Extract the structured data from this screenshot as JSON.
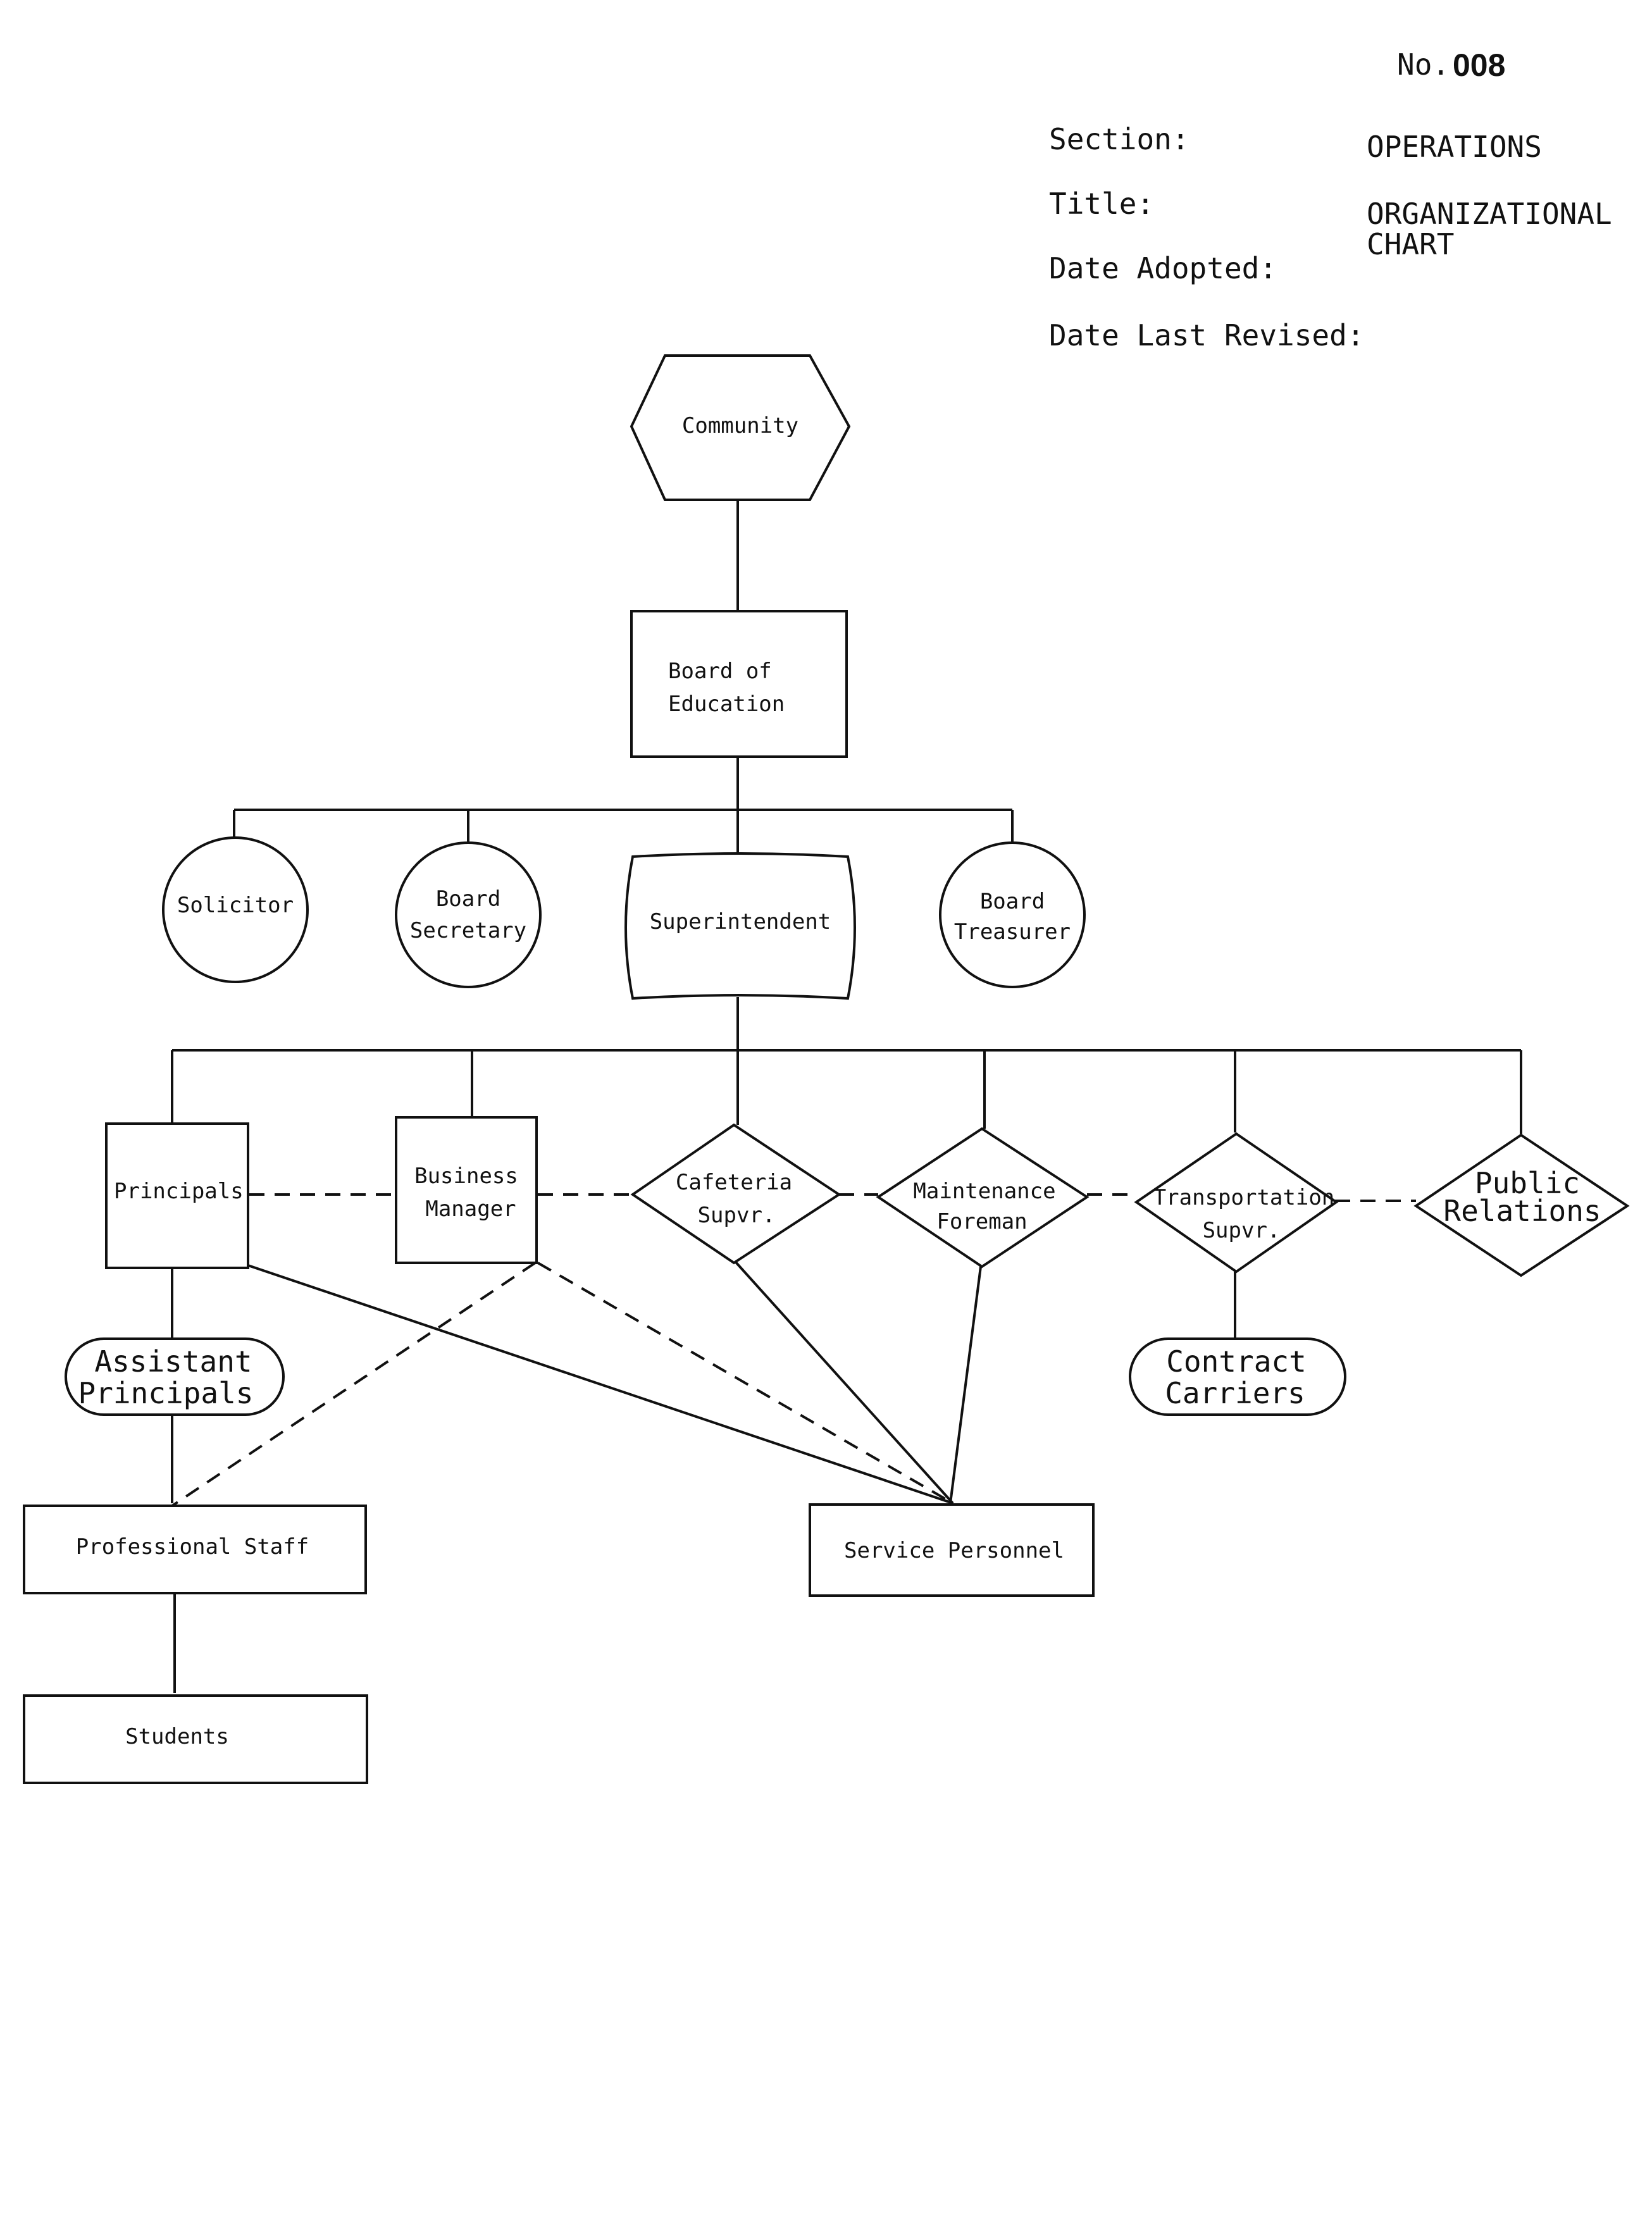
{
  "header": {
    "no_label": "No.",
    "no_value": "008",
    "section_label": "Section:",
    "section_value": "OPERATIONS",
    "title_label": "Title:",
    "title_value_line1": "ORGANIZATIONAL",
    "title_value_line2": "CHART",
    "date_adopted_label": "Date Adopted:",
    "date_revised_label": "Date Last Revised:"
  },
  "nodes": {
    "community": "Community",
    "board_of_education": [
      "Board  of",
      "Education"
    ],
    "solicitor": "Solicitor",
    "board_secretary": [
      "Board",
      "Secretary"
    ],
    "superintendent": "Superintendent",
    "board_treasurer": [
      "Board",
      "Treasurer"
    ],
    "principals": "Principals",
    "business_manager": [
      "Business",
      "Manager"
    ],
    "cafeteria_supvr": [
      "Cafeteria",
      "Supvr."
    ],
    "maintenance_foreman": [
      "Maintenance",
      "Foreman"
    ],
    "transportation_supvr": [
      "Transportation",
      "Supvr."
    ],
    "public_relations": [
      "Public",
      "Relations"
    ],
    "assistant_principals": [
      "Assistant",
      "Principals"
    ],
    "contract_carriers": [
      "Contract",
      "Carriers"
    ],
    "professional_staff": "Professional  Staff",
    "service_personnel": "Service  Personnel",
    "students": "Students"
  }
}
